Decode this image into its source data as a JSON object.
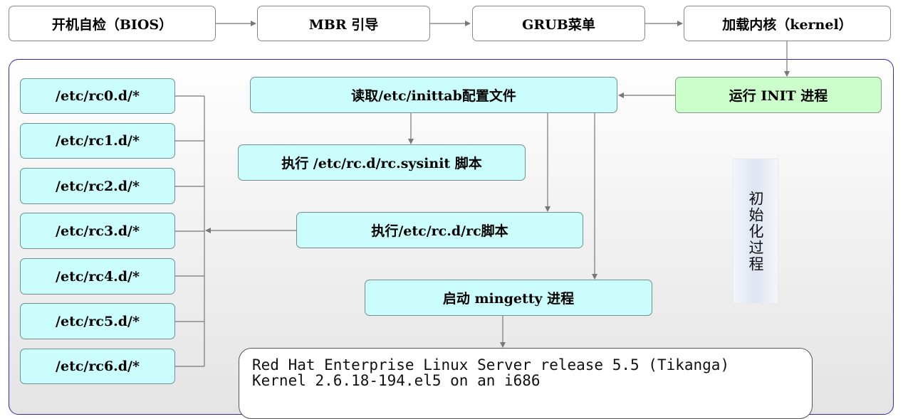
{
  "top_row": {
    "bios": "开机自检（BIOS）",
    "mbr": "MBR 引导",
    "grub": "GRUB菜单",
    "kernel": "加载内核（kernel）"
  },
  "init": {
    "run_init": "运行 INIT 进程",
    "read_inittab": "读取/etc/inittab配置文件",
    "rc_sysinit": "执行 /etc/rc.d/rc.sysinit 脚本",
    "rc_script": "执行/etc/rc.d/rc脚本",
    "mingetty": "启动 mingetty 进程",
    "side_label": "初始化过程"
  },
  "runlevels": [
    "/etc/rc0.d/*",
    "/etc/rc1.d/*",
    "/etc/rc2.d/*",
    "/etc/rc3.d/*",
    "/etc/rc4.d/*",
    "/etc/rc5.d/*",
    "/etc/rc6.d/*"
  ],
  "console": {
    "line1": "Red Hat Enterprise Linux Server release 5.5 (Tikanga)",
    "line2": "Kernel 2.6.18-194.el5 on an i686"
  },
  "colors": {
    "box_cyan": "#ccfdfd",
    "box_green": "#ccfecc",
    "panel_border": "#2a2ab8",
    "arrow": "#777777"
  }
}
